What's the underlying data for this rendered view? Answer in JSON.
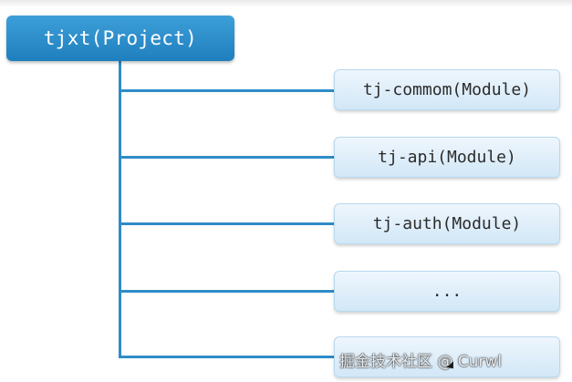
{
  "diagram": {
    "project": {
      "label": "tjxt(Project)"
    },
    "modules": [
      {
        "label": "tj-commom(Module)"
      },
      {
        "label": "tj-api(Module)"
      },
      {
        "label": "tj-auth(Module)"
      },
      {
        "label": "..."
      },
      {
        "label": ""
      }
    ],
    "colors": {
      "project_fill": "#2a8ccb",
      "connector": "#2f8cc8",
      "module_fill": "#dcecf9"
    }
  },
  "watermark": {
    "text": "掘金技术社区 @ Curwl"
  }
}
